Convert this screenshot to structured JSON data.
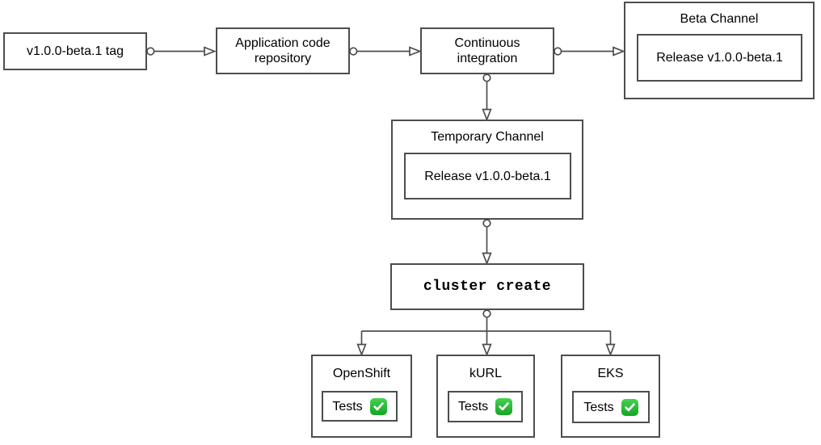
{
  "diagram": {
    "nodes": {
      "tag": {
        "label": "v1.0.0-beta.1 tag"
      },
      "repo": {
        "label": "Application code repository"
      },
      "ci": {
        "label": "Continuous integration"
      },
      "beta_channel": {
        "title": "Beta Channel",
        "release_label": "Release v1.0.0-beta.1"
      },
      "temporary_channel": {
        "title": "Temporary Channel",
        "release_label": "Release v1.0.0-beta.1"
      },
      "cluster_create": {
        "label": "cluster create"
      },
      "platforms": [
        {
          "title": "OpenShift",
          "tests_label": "Tests",
          "status_icon": "check-mark-green"
        },
        {
          "title": "kURL",
          "tests_label": "Tests",
          "status_icon": "check-mark-green"
        },
        {
          "title": "EKS",
          "tests_label": "Tests",
          "status_icon": "check-mark-green"
        }
      ]
    },
    "colors": {
      "border": "#4d4d4d",
      "text": "#000000",
      "background": "#ffffff",
      "check_green_top": "#45d254",
      "check_green_bottom": "#17a423",
      "check_mark_white": "#ffffff"
    }
  }
}
